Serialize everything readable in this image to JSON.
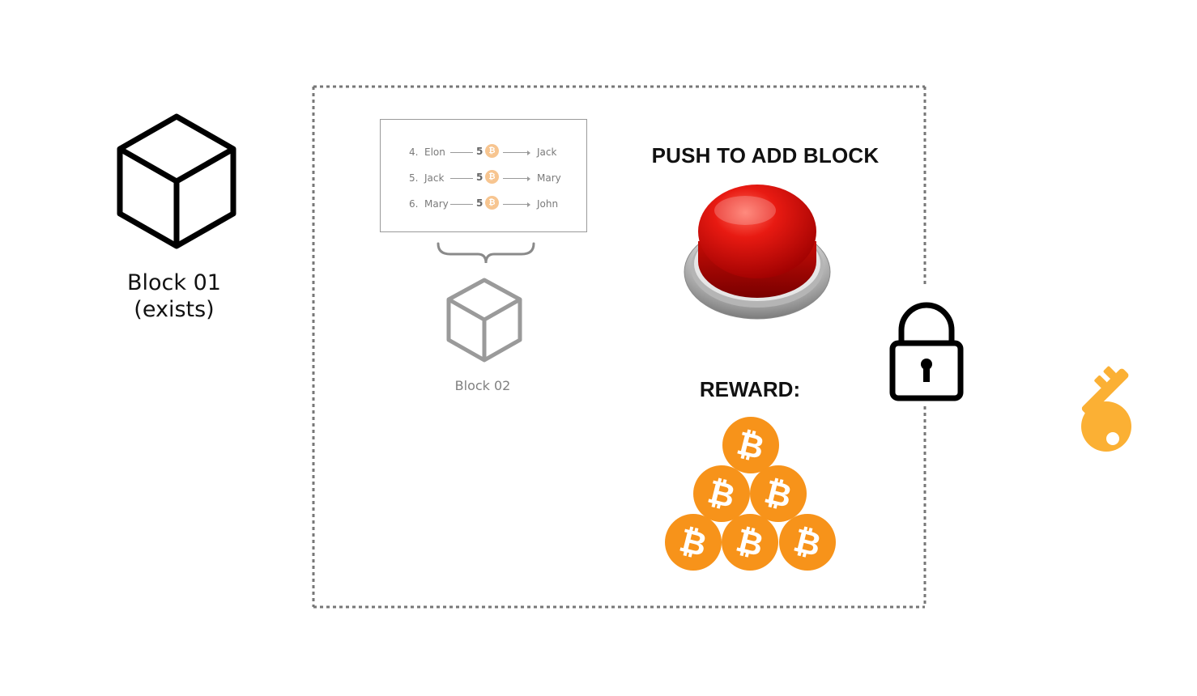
{
  "block01": {
    "label_line1": "Block 01",
    "label_line2": "(exists)"
  },
  "transactions": [
    {
      "num": "4.",
      "from": "Elon",
      "amount": "5",
      "to": "Jack"
    },
    {
      "num": "5.",
      "from": "Jack",
      "amount": "5",
      "to": "Mary"
    },
    {
      "num": "6.",
      "from": "Mary",
      "amount": "5",
      "to": "John"
    }
  ],
  "coin_symbol": "₿",
  "block02": {
    "label": "Block 02"
  },
  "push_title": "PUSH TO ADD BLOCK",
  "reward_title": "REWARD:",
  "icons": [
    "cube-icon",
    "curly-brace-icon",
    "red-push-button-icon",
    "bitcoin-coin-icon",
    "padlock-icon",
    "key-icon"
  ],
  "colors": {
    "bitcoin_orange": "#f7931a",
    "key_gold": "#fbb034",
    "button_red": "#e01010"
  }
}
